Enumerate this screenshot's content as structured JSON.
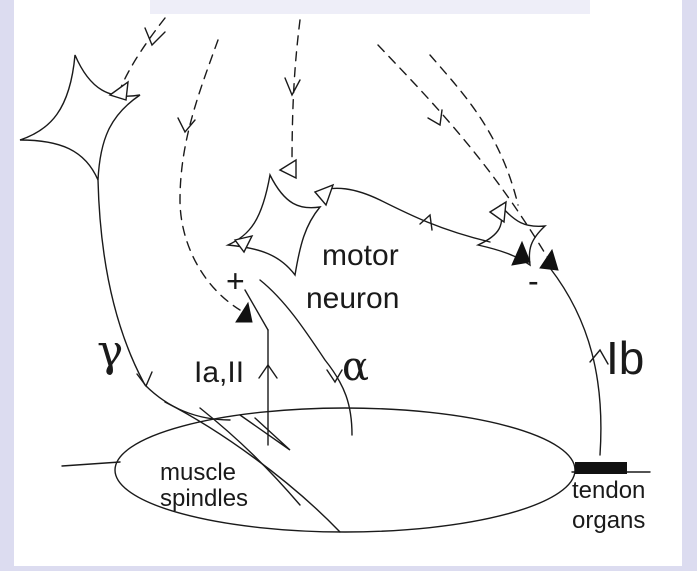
{
  "colors": {
    "background_edge": "#dcdcf0",
    "panel": "#ffffff",
    "ink": "#1a1a1a",
    "tendon_bar": "#111111"
  },
  "labels": {
    "motor": "motor",
    "neuron": "neuron",
    "plus": "+",
    "minus": "-",
    "gamma": "γ",
    "alpha": "α",
    "ia_ii": "Ia,II",
    "ib": "Ib",
    "muscle": "muscle",
    "spindles": "spindles",
    "tendon": "tendon",
    "organs": "organs"
  }
}
